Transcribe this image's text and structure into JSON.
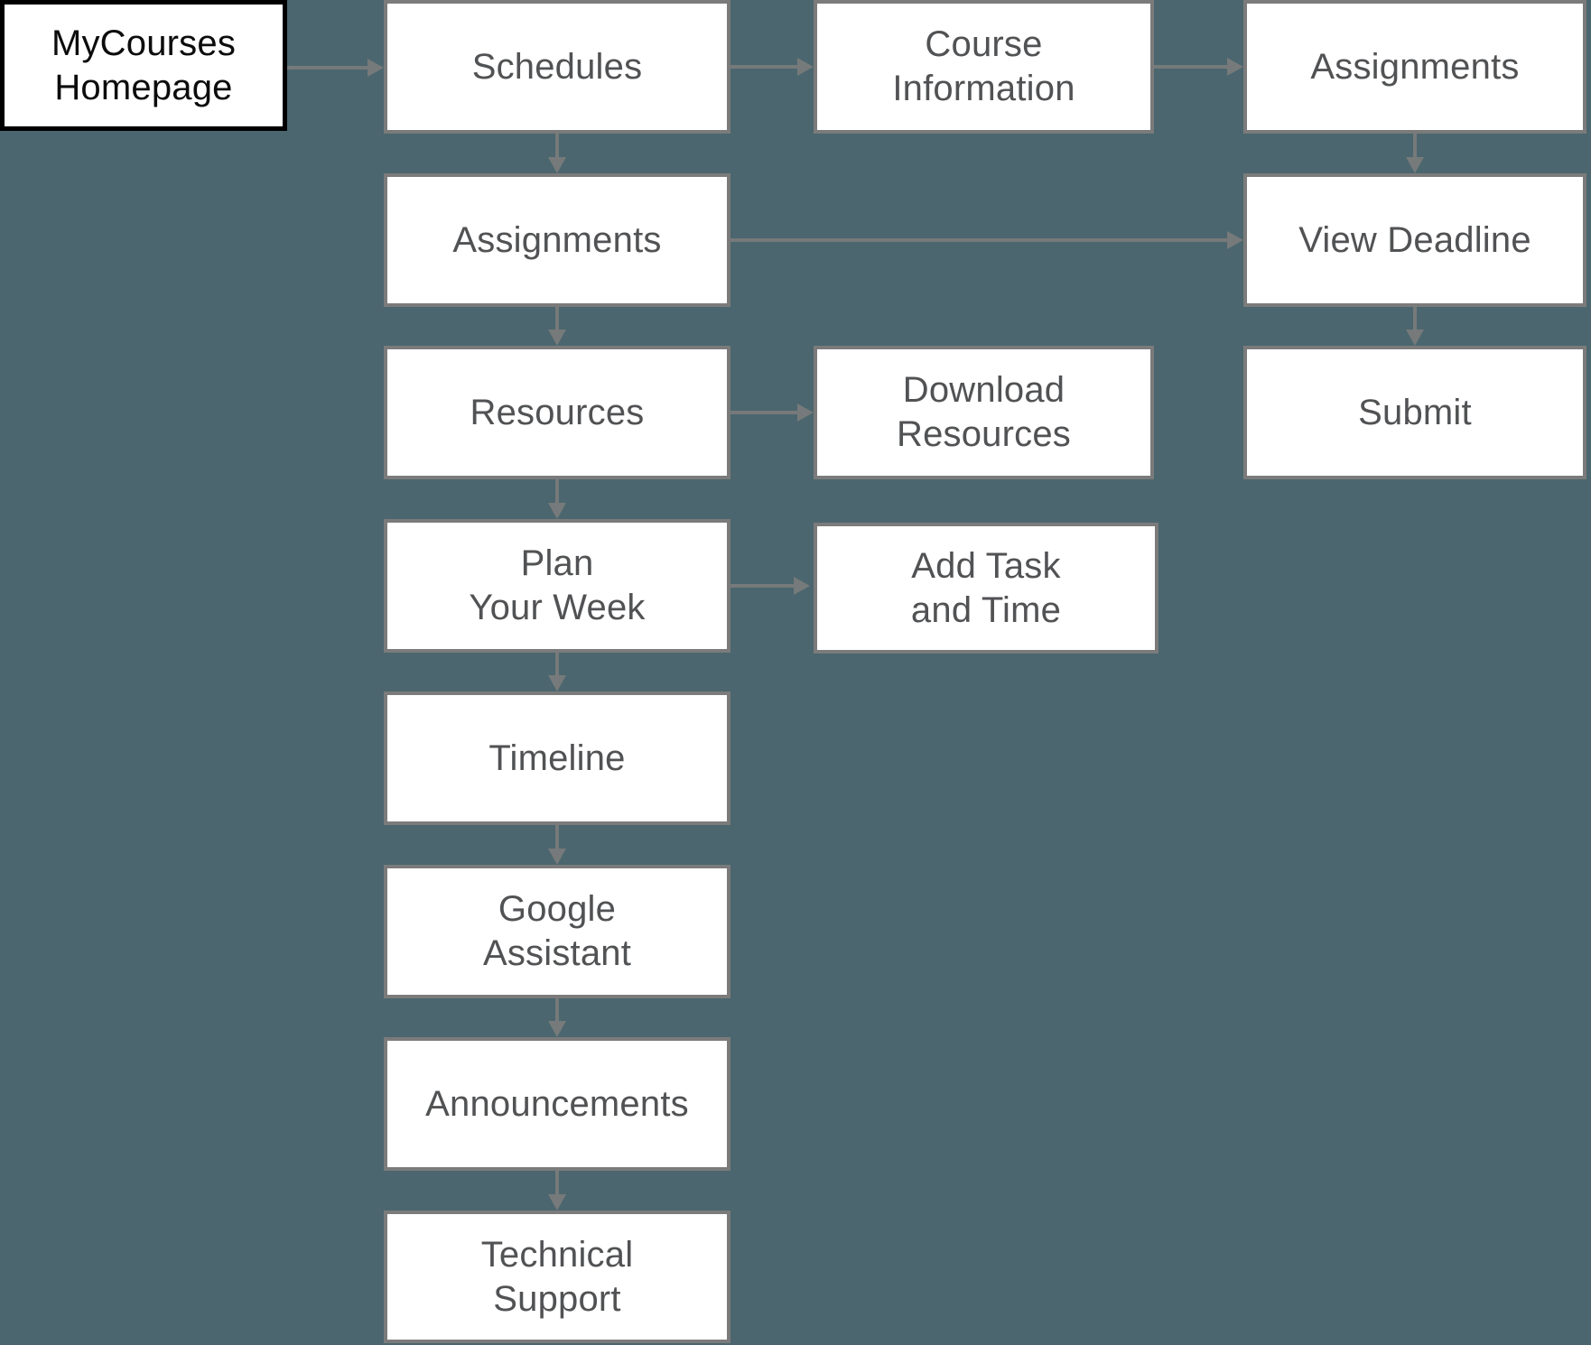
{
  "diagram": {
    "title": "MyCourses student portal navigation flowchart",
    "type": "flowchart",
    "colors": {
      "background": "#4b666e",
      "node_fill": "#ffffff",
      "node_border": "#7b7b7b",
      "node_text": "#515254",
      "start_border": "#000000",
      "start_text": "#0c0c0c",
      "arrow": "#767a7a"
    },
    "nodes": {
      "mycourses_homepage": {
        "label": "MyCourses\nHomepage",
        "kind": "start"
      },
      "schedules": {
        "label": "Schedules",
        "kind": "step"
      },
      "course_information": {
        "label": "Course\nInformation",
        "kind": "step"
      },
      "assignments_top": {
        "label": "Assignments",
        "kind": "step"
      },
      "assignments": {
        "label": "Assignments",
        "kind": "step"
      },
      "view_deadline": {
        "label": "View Deadline",
        "kind": "step"
      },
      "resources": {
        "label": "Resources",
        "kind": "step"
      },
      "download_resources": {
        "label": "Download\nResources",
        "kind": "step"
      },
      "submit": {
        "label": "Submit",
        "kind": "step"
      },
      "plan_your_week": {
        "label": "Plan\nYour Week",
        "kind": "step"
      },
      "add_task_and_time": {
        "label": "Add Task\nand Time",
        "kind": "step"
      },
      "timeline": {
        "label": "Timeline",
        "kind": "step"
      },
      "google_assistant": {
        "label": "Google\nAssistant",
        "kind": "step"
      },
      "announcements": {
        "label": "Announcements",
        "kind": "step"
      },
      "technical_support": {
        "label": "Technical\nSupport",
        "kind": "step"
      }
    },
    "edges": [
      {
        "from": "mycourses_homepage",
        "to": "schedules"
      },
      {
        "from": "schedules",
        "to": "course_information"
      },
      {
        "from": "course_information",
        "to": "assignments_top"
      },
      {
        "from": "assignments_top",
        "to": "view_deadline"
      },
      {
        "from": "schedules",
        "to": "assignments"
      },
      {
        "from": "assignments",
        "to": "view_deadline"
      },
      {
        "from": "view_deadline",
        "to": "submit"
      },
      {
        "from": "assignments",
        "to": "resources"
      },
      {
        "from": "resources",
        "to": "download_resources"
      },
      {
        "from": "resources",
        "to": "plan_your_week"
      },
      {
        "from": "plan_your_week",
        "to": "add_task_and_time"
      },
      {
        "from": "plan_your_week",
        "to": "timeline"
      },
      {
        "from": "timeline",
        "to": "google_assistant"
      },
      {
        "from": "google_assistant",
        "to": "announcements"
      },
      {
        "from": "announcements",
        "to": "technical_support"
      }
    ]
  }
}
